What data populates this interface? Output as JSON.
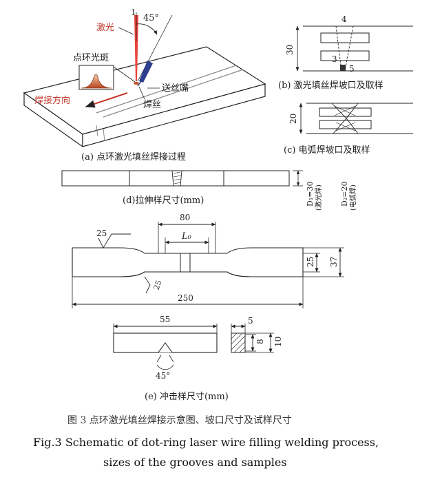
{
  "colors": {
    "line": "#222222",
    "laser_label": "#c0392b",
    "laser_beam": "#e8443a",
    "spot": "#c8502a",
    "wire_blue": "#2c3e8c",
    "seam": "#888888"
  },
  "panel_a": {
    "caption": "(a) 点环激光填丝焊接过程",
    "label_laser": "激光",
    "label_ring_spot": "点环光斑",
    "label_weld_direction": "焊接方向",
    "label_nozzle": "送丝嘴",
    "label_wire": "焊丝",
    "angle": "45°",
    "marker": "1"
  },
  "panel_b": {
    "caption": "(b) 激光填丝焊坡口及取样",
    "dim": "30",
    "marks": [
      "4",
      "3",
      "5"
    ]
  },
  "panel_c": {
    "caption": "(c) 电弧焊坡口及取样",
    "dim": "20"
  },
  "panel_d": {
    "caption": "(d)拉伸样尺寸(mm)",
    "side_note_1": "D₁=30",
    "side_note_1b": "(激光焊)",
    "side_note_2": "D₂=20",
    "side_note_2b": "(电弧焊)"
  },
  "tensile": {
    "dim_gauge": "80",
    "gauge_label": "L₀",
    "roughness_top": "25",
    "roughness_bottom": "25",
    "width_inner": "25",
    "width_outer": "37",
    "length": "250"
  },
  "panel_e": {
    "caption": "(e) 冲击样尺寸(mm)",
    "length": "55",
    "notch_angle": "45°",
    "width": "5",
    "height_inner": "8",
    "height_outer": "10"
  },
  "figure_caption": {
    "cn": "图 3  点环激光填丝焊接示意图、坡口尺寸及试样尺寸",
    "en_line1": "Fig.3  Schematic of dot-ring laser wire filling welding process,",
    "en_line2": "sizes of the grooves and samples"
  }
}
